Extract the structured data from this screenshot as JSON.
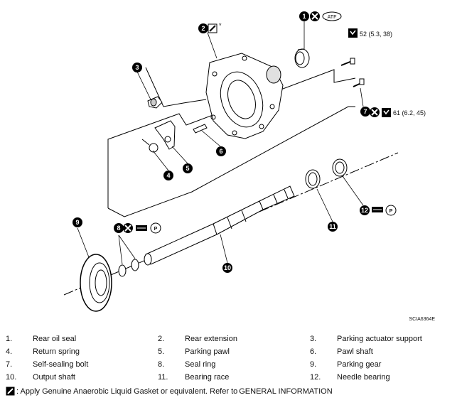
{
  "diagram": {
    "code": "SCIA6364E",
    "callouts": [
      {
        "n": "1",
        "label": ""
      },
      {
        "n": "2",
        "label": "*"
      },
      {
        "n": "3",
        "label": ""
      },
      {
        "n": "4",
        "label": ""
      },
      {
        "n": "5",
        "label": ""
      },
      {
        "n": "6",
        "label": ""
      },
      {
        "n": "7",
        "label": ""
      },
      {
        "n": "8",
        "label": ""
      },
      {
        "n": "9",
        "label": ""
      },
      {
        "n": "10",
        "label": ""
      },
      {
        "n": "11",
        "label": ""
      },
      {
        "n": "12",
        "label": ""
      }
    ],
    "atf_label": "ATF",
    "torque_1": "52 (5.3, 38)",
    "torque_2": "61 (6.2, 45)",
    "p_mark": "P",
    "icons": [
      "replace-x-icon",
      "torque-wrench-icon",
      "grease-icon",
      "gasket-icon"
    ]
  },
  "legend": {
    "rows": [
      [
        {
          "n": "1.",
          "name": "Rear oil seal"
        },
        {
          "n": "2.",
          "name": "Rear extension"
        },
        {
          "n": "3.",
          "name": "Parking actuator support"
        }
      ],
      [
        {
          "n": "4.",
          "name": "Return spring"
        },
        {
          "n": "5.",
          "name": "Parking pawl"
        },
        {
          "n": "6.",
          "name": "Pawl shaft"
        }
      ],
      [
        {
          "n": "7.",
          "name": "Self-sealing bolt"
        },
        {
          "n": "8.",
          "name": "Seal ring"
        },
        {
          "n": "9.",
          "name": "Parking gear"
        }
      ],
      [
        {
          "n": "10.",
          "name": "Output shaft"
        },
        {
          "n": "11.",
          "name": "Bearing race"
        },
        {
          "n": "12.",
          "name": "Needle bearing"
        }
      ]
    ]
  },
  "note": {
    "text": ": Apply Genuine Anaerobic Liquid Gasket or equivalent. Refer to ",
    "link": "GENERAL INFORMATION"
  }
}
